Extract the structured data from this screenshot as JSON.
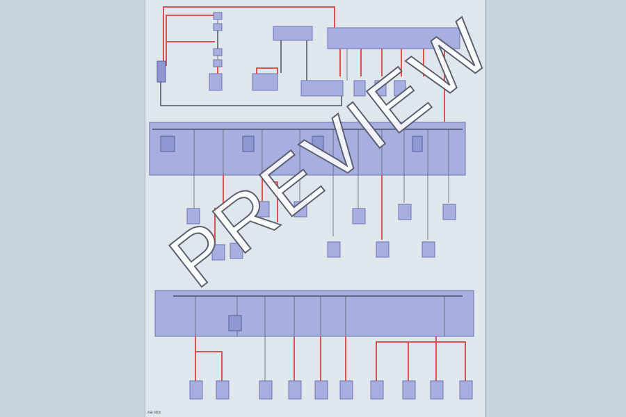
{
  "watermark": {
    "text": "PREVIEW"
  },
  "sheet": {
    "label": "ASE 0000"
  },
  "colors": {
    "background": "#c8d4dc",
    "sheet": "#dfe7ec",
    "module_fill": "#a7aee0",
    "power_wire": "#e05050",
    "ground_wire": "#4a4f5f"
  },
  "diagram_type": "electrical wiring diagram (power distribution)"
}
